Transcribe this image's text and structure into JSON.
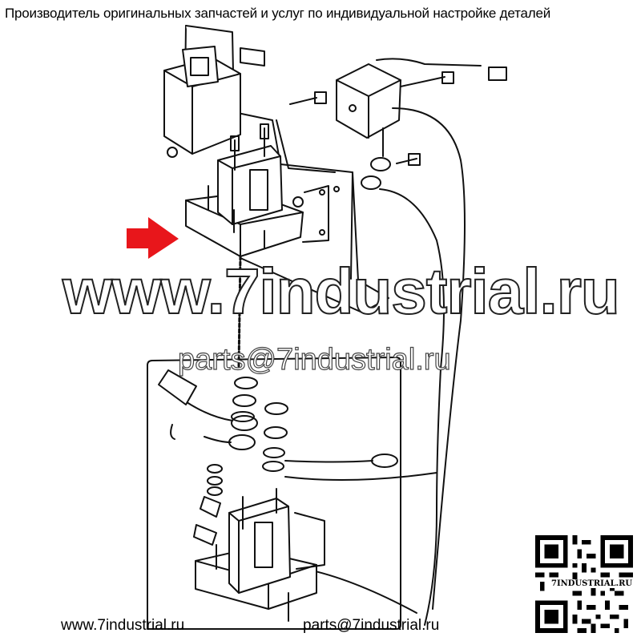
{
  "header": {
    "text": "Производитель оригинальных запчастей и услуг по индивидуальной настройке деталей"
  },
  "watermark": {
    "site": "www.7industrial.ru",
    "email": "parts@7industrial.ru"
  },
  "footer": {
    "left": "www.7industrial.ru",
    "right": "parts@7industrial.ru"
  },
  "qr": {
    "label": "7INDUSTRIAL.RU"
  },
  "colors": {
    "arrow": "#e8161b",
    "line": "#111111",
    "background": "#ffffff"
  },
  "icons": {
    "pointer": "red-arrow-icon",
    "code": "qr-code-icon"
  }
}
